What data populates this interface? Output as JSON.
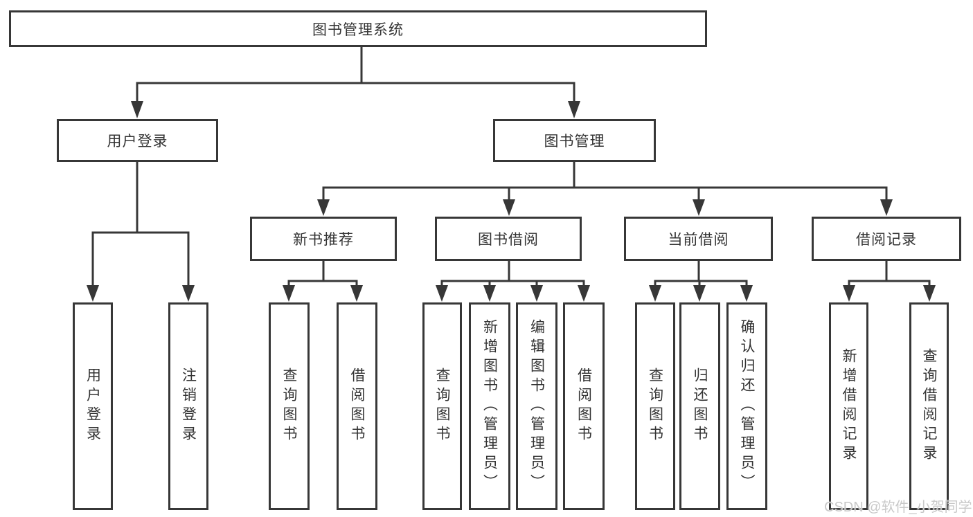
{
  "diagram_title": "图书管理系统",
  "colors": {
    "line": "#373737",
    "box_border": "#373737",
    "box_background": "#ffffff",
    "text": "#333333",
    "watermark": "#c9c9c9"
  },
  "tree": {
    "label": "图书管理系统",
    "children": [
      {
        "label": "用户登录",
        "children": [
          {
            "label": "用户登录"
          },
          {
            "label": "注销登录"
          }
        ]
      },
      {
        "label": "图书管理",
        "children": [
          {
            "label": "新书推荐",
            "children": [
              {
                "label": "查询图书"
              },
              {
                "label": "借阅图书"
              }
            ]
          },
          {
            "label": "图书借阅",
            "children": [
              {
                "label": "查询图书"
              },
              {
                "label": "新增图书（管理员）"
              },
              {
                "label": "编辑图书（管理员）"
              },
              {
                "label": "借阅图书"
              }
            ]
          },
          {
            "label": "当前借阅",
            "children": [
              {
                "label": "查询图书"
              },
              {
                "label": "归还图书"
              },
              {
                "label": "确认归还（管理员）"
              }
            ]
          },
          {
            "label": "借阅记录",
            "children": [
              {
                "label": "新增借阅记录"
              },
              {
                "label": "查询借阅记录"
              }
            ]
          }
        ]
      }
    ]
  },
  "watermark": {
    "text": "CSDN @软件_小贺同学"
  }
}
